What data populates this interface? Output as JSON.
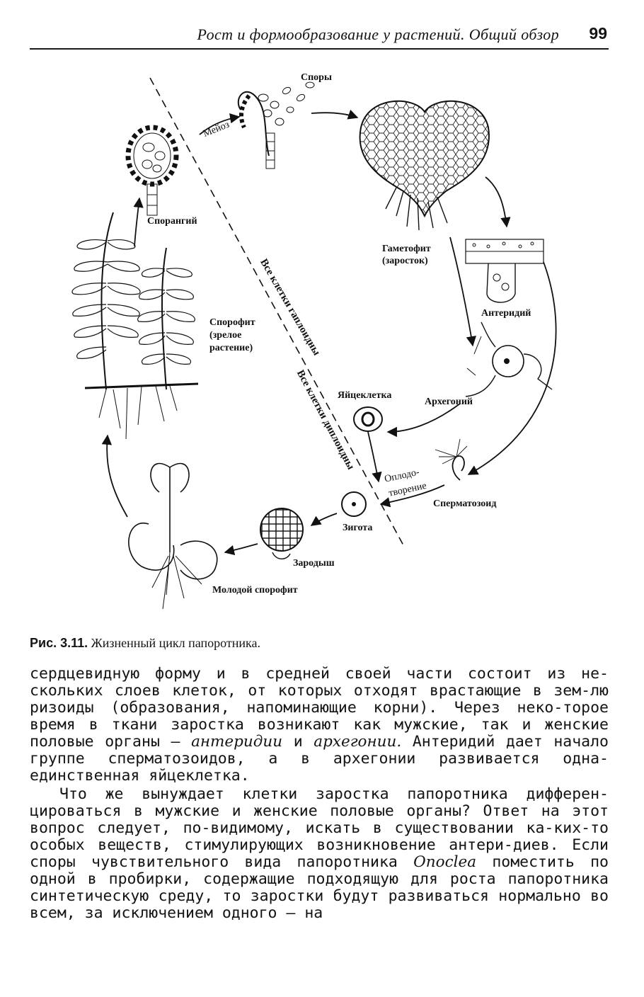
{
  "header": {
    "running_title": "Рост и формообразование у растений. Общий обзор",
    "page_number": "99"
  },
  "figure": {
    "labels": {
      "spores": "Споры",
      "meiosis": "Мейоз",
      "sporangium": "Спорангий",
      "gametophyte_line1": "Гаметофит",
      "gametophyte_line2": "(заросток)",
      "antheridium": "Антеридий",
      "sporophyte_line1": "Спорофит",
      "sporophyte_line2": "(зрелое",
      "sporophyte_line3": "растение)",
      "haploid": "Все клетки гаплоидны",
      "diploid": "Все клетки диплоидны",
      "egg": "Яйцеклетка",
      "archegonium": "Архегоний",
      "fert_line1": "Оплодо-",
      "fert_line2": "творение",
      "sperm": "Сперматозоид",
      "zygote": "Зигота",
      "embryo": "Зародыш",
      "young_sporophyte": "Молодой спорофит"
    }
  },
  "caption": {
    "label": "Рис. 3.11.",
    "text": "Жизненный цикл папоротника."
  },
  "body": {
    "p1_a": "сердцевидную форму и в средней своей части состоит из не-скольких слоев клеток, от которых отходят врастающие в зем-лю ризоиды (образования, напоминающие корни). Через неко-торое время в ткани заростка возникают как мужские, так и женские половые органы — ",
    "p1_term1": "антеридии",
    "p1_and": " и ",
    "p1_term2": "архегонии.",
    "p1_b": " Антеридий дает начало группе сперматозоидов, а в архегонии развивается одна-единственная яйцеклетка.",
    "p2_a": "Что же вынуждает клетки заростка папоротника дифферен-цироваться в мужские и женские половые органы? Ответ на этот вопрос следует, по-видимому, искать в существовании ка-ких-то особых веществ, стимулирующих возникновение антери-диев. Если споры чувствительного вида папоротника ",
    "p2_genus": "Onoclea",
    "p2_b": " поместить по одной в пробирки, содержащие подходящую для роста папоротника синтетическую среду, то заростки будут развиваться нормально во всем, за исключением одного — на"
  }
}
